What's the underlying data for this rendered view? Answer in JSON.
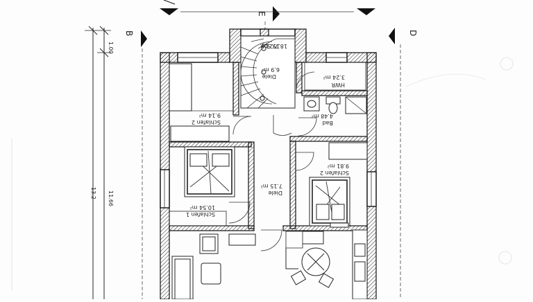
{
  "labels": {
    "axis_b": "B",
    "axis_d": "D",
    "axis_e": "E",
    "dim_top": "1.00",
    "dim_total": "13.2",
    "dim_inner": "11.66"
  },
  "rooms": {
    "stair": {
      "name": "15 Stg.",
      "detail": "18.7/21.9"
    },
    "diele_top": {
      "name": "Diele",
      "area": "6.9 m²"
    },
    "hwr": {
      "name": "HWR",
      "area": "3.24 m²"
    },
    "schlafen_top": {
      "name": "Schlafen 2",
      "area": "9.14 m²"
    },
    "bad": {
      "name": "Bad",
      "area": "4.48 m²"
    },
    "schlafen_right": {
      "name": "Schlafen 2",
      "area": "9.81 m²"
    },
    "diele_mid": {
      "name": "Diele",
      "area": "7.15 m²"
    },
    "schlafen_1": {
      "name": "Schlafen 1",
      "area": "10.54 m²"
    }
  },
  "colors": {
    "paper": "#fdfdfd",
    "line": "#111111"
  }
}
